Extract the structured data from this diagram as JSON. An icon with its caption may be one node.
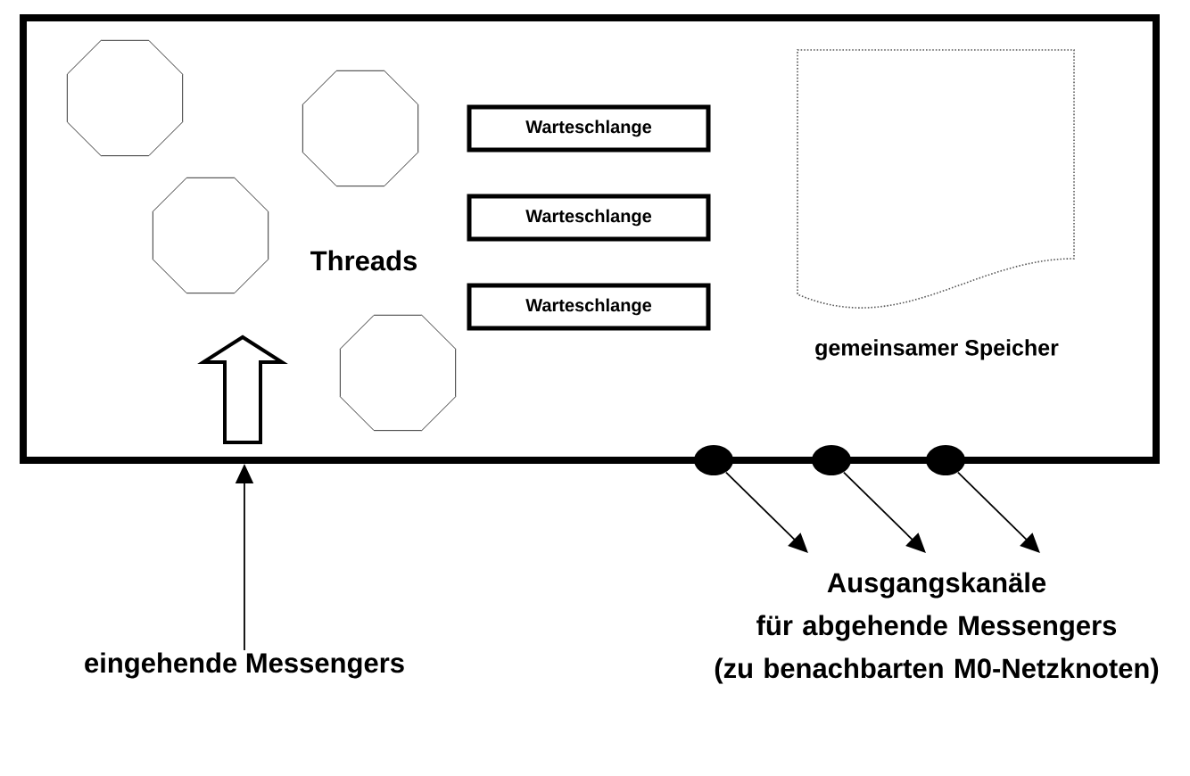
{
  "diagram": {
    "nodes": [
      {
        "text": [],
        "shape": "box"
      },
      {
        "text": [],
        "shape": "octagon",
        "in": 0
      },
      {
        "text": [],
        "shape": "octagon",
        "in": 0
      },
      {
        "text": [],
        "shape": "octagon",
        "in": 0
      },
      {
        "text": [],
        "shape": "octagon",
        "in": 0
      },
      {
        "text": [
          "Warteschlange"
        ],
        "in": 0
      },
      {
        "text": [
          "Warteschlange"
        ],
        "in": 0
      },
      {
        "text": [
          "Warteschlange"
        ],
        "in": 0
      },
      {
        "text": [
          "gemeinsamer Speicher"
        ],
        "in": 0
      },
      {
        "text": [],
        "shape": "circle"
      },
      {
        "text": [],
        "shape": "circle"
      },
      {
        "text": [],
        "shape": "circle"
      },
      {
        "text": [
          "eingehende Messengers"
        ]
      },
      {
        "text": [
          "Ausgangskanäle für abgehende Messengers (zu benachbarten M0-Netzknoten)"
        ]
      }
    ],
    "edges": [
      {
        "from": 12,
        "to": 0,
        "arrow": "to"
      },
      {
        "from": 9,
        "to": 13,
        "arrow": "to"
      },
      {
        "from": 10,
        "to": 13,
        "arrow": "to"
      },
      {
        "from": 11,
        "to": 13,
        "arrow": "to"
      }
    ],
    "labels": [
      "Threads"
    ]
  }
}
